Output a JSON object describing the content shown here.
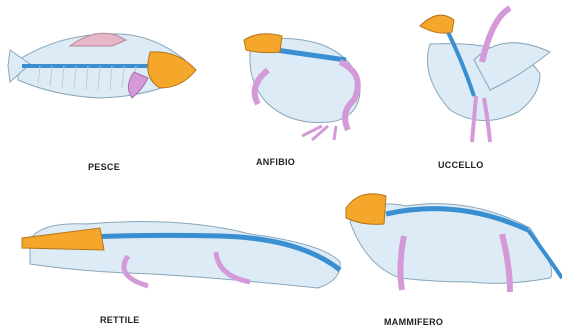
{
  "labels": {
    "fish": "PESCE",
    "amphibian": "ANFIBIO",
    "bird": "UCCELLO",
    "reptile": "RETTILE",
    "mammal": "MAMMIFERO"
  },
  "colors": {
    "skull": "#f4a72a",
    "spine": "#3a8fd1",
    "limbs": "#d49ad8",
    "body": "#dcebf5",
    "outline": "#8aa6b8",
    "ribs": "#c8c8c8"
  }
}
